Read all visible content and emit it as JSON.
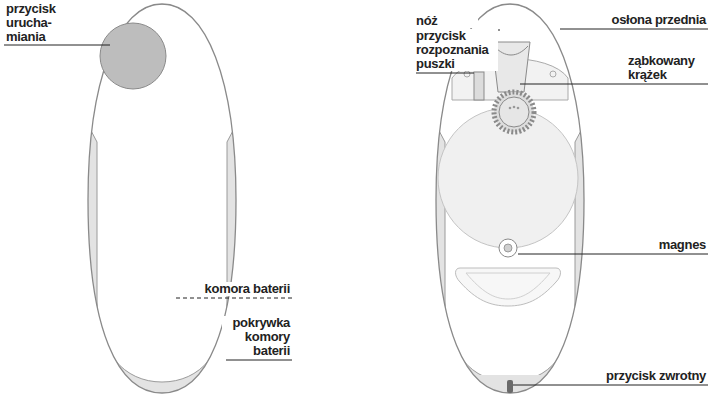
{
  "diagram": {
    "labels": [
      "przycisk urucha- miania",
      "komora baterii",
      "pokrywka komory baterii",
      "nóż",
      "przycisk rozpoznania puszki",
      "osłona przednia",
      "ząbkowany krążek",
      "magnes",
      "przycisk zwrotny"
    ]
  }
}
